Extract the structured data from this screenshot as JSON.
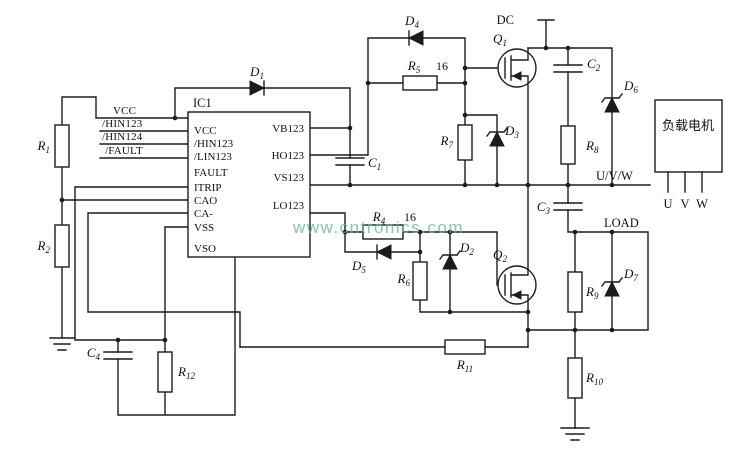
{
  "schematic": {
    "ic": {
      "ref": "IC1",
      "left_pins": [
        "VCC",
        "/HIN123",
        "/LIN123",
        "FAULT",
        "ITRIP",
        "CAO",
        "CA-",
        "VSS",
        "VSO"
      ],
      "right_pins": [
        "VB123",
        "HO123",
        "VS123",
        "LO123"
      ]
    },
    "inputs": [
      "VCC",
      "/HIN123",
      "/HIN124",
      "/FAULT"
    ],
    "labels": {
      "dc": "DC",
      "uvw": "U/V/W",
      "load": "LOAD",
      "motor": "负载电机",
      "motor_terminals": [
        "U",
        "V",
        "W"
      ],
      "r5_value": "16",
      "r4_value": "16"
    },
    "refs": {
      "R1": {
        "p": "R",
        "s": "1"
      },
      "R2": {
        "p": "R",
        "s": "2"
      },
      "R4": {
        "p": "R",
        "s": "4"
      },
      "R5": {
        "p": "R",
        "s": "5"
      },
      "R6": {
        "p": "R",
        "s": "6"
      },
      "R7": {
        "p": "R",
        "s": "7"
      },
      "R8": {
        "p": "R",
        "s": "8"
      },
      "R9": {
        "p": "R",
        "s": "9"
      },
      "R10": {
        "p": "R",
        "s": "10"
      },
      "R11": {
        "p": "R",
        "s": "11"
      },
      "R12": {
        "p": "R",
        "s": "12"
      },
      "C1": {
        "p": "C",
        "s": "1"
      },
      "C2": {
        "p": "C",
        "s": "2"
      },
      "C3": {
        "p": "C",
        "s": "3"
      },
      "C4": {
        "p": "C",
        "s": "4"
      },
      "D1": {
        "p": "D",
        "s": "1"
      },
      "D2": {
        "p": "D",
        "s": "2"
      },
      "D3": {
        "p": "D",
        "s": "3"
      },
      "D4": {
        "p": "D",
        "s": "4"
      },
      "D5": {
        "p": "D",
        "s": "5"
      },
      "D6": {
        "p": "D",
        "s": "6"
      },
      "D7": {
        "p": "D",
        "s": "7"
      },
      "Q1": {
        "p": "Q",
        "s": "1"
      },
      "Q2": {
        "p": "Q",
        "s": "2"
      }
    },
    "watermark": "www.cntronics.com"
  },
  "colors": {
    "wire": "#1c1c1c",
    "watermark": "#63bd8d",
    "background": "#ffffff"
  }
}
